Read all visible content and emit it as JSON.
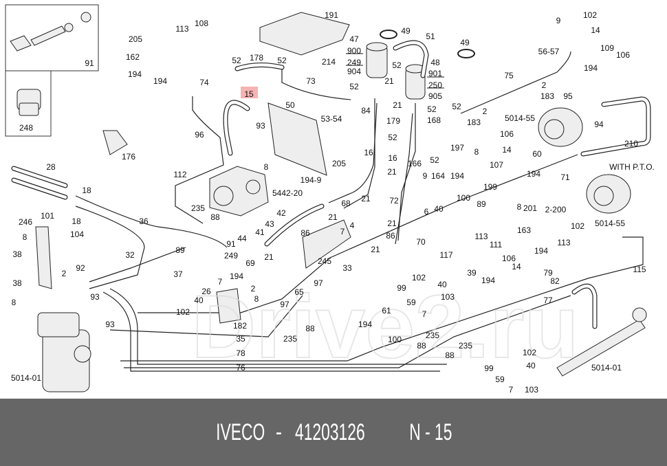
{
  "diagram": {
    "highlight_color": "#e23b3b",
    "highlight_fill": "#f6b3b3",
    "highlighted_label": "15",
    "watermark": "Drive2.ru",
    "labels": [
      "91",
      "248",
      "205",
      "113",
      "108",
      "162",
      "194",
      "194",
      "191",
      "47",
      "900",
      "249",
      "904",
      "49",
      "51",
      "49",
      "48",
      "901",
      "250",
      "905",
      "52",
      "52",
      "21",
      "84",
      "52",
      "178",
      "52",
      "74",
      "73",
      "214",
      "15",
      "50",
      "53-54",
      "93",
      "96",
      "8",
      "205",
      "194-9",
      "5442-20",
      "112",
      "176",
      "28",
      "18",
      "18",
      "246",
      "101",
      "104",
      "8",
      "36",
      "32",
      "38",
      "38",
      "92",
      "2",
      "8",
      "93",
      "235",
      "88",
      "42",
      "43",
      "41",
      "44",
      "91",
      "89",
      "249",
      "69",
      "21",
      "86",
      "68",
      "21",
      "21",
      "16",
      "72",
      "7",
      "4",
      "245",
      "33",
      "37",
      "26",
      "40",
      "194",
      "2",
      "7",
      "8",
      "182",
      "102",
      "65",
      "97",
      "97",
      "88",
      "235",
      "93",
      "35",
      "78",
      "76",
      "5014-01",
      "179",
      "52",
      "21",
      "52",
      "16",
      "166",
      "21",
      "168",
      "52",
      "197",
      "52",
      "9",
      "164",
      "194",
      "100",
      "6",
      "40",
      "21",
      "86",
      "21",
      "70",
      "75",
      "2",
      "183",
      "95",
      "2",
      "183",
      "5014-55",
      "106",
      "8",
      "14",
      "60",
      "107",
      "194",
      "71",
      "94",
      "210",
      "199",
      "89",
      "8",
      "201",
      "2-200",
      "163",
      "102",
      "113",
      "194",
      "5014-55",
      "WITH P.T.O.",
      "102",
      "9",
      "14",
      "56-57",
      "109",
      "106",
      "194",
      "113",
      "111",
      "117",
      "106",
      "14",
      "39",
      "194",
      "102",
      "40",
      "99",
      "59",
      "103",
      "7",
      "79",
      "82",
      "115",
      "77",
      "61",
      "194",
      "100",
      "235",
      "88",
      "88",
      "235",
      "102",
      "99",
      "59",
      "40",
      "7",
      "103",
      "5014-01"
    ]
  },
  "footer": {
    "brand": "IVECO",
    "part_number": "41203126",
    "position": "N - 15",
    "background": "#666666"
  }
}
